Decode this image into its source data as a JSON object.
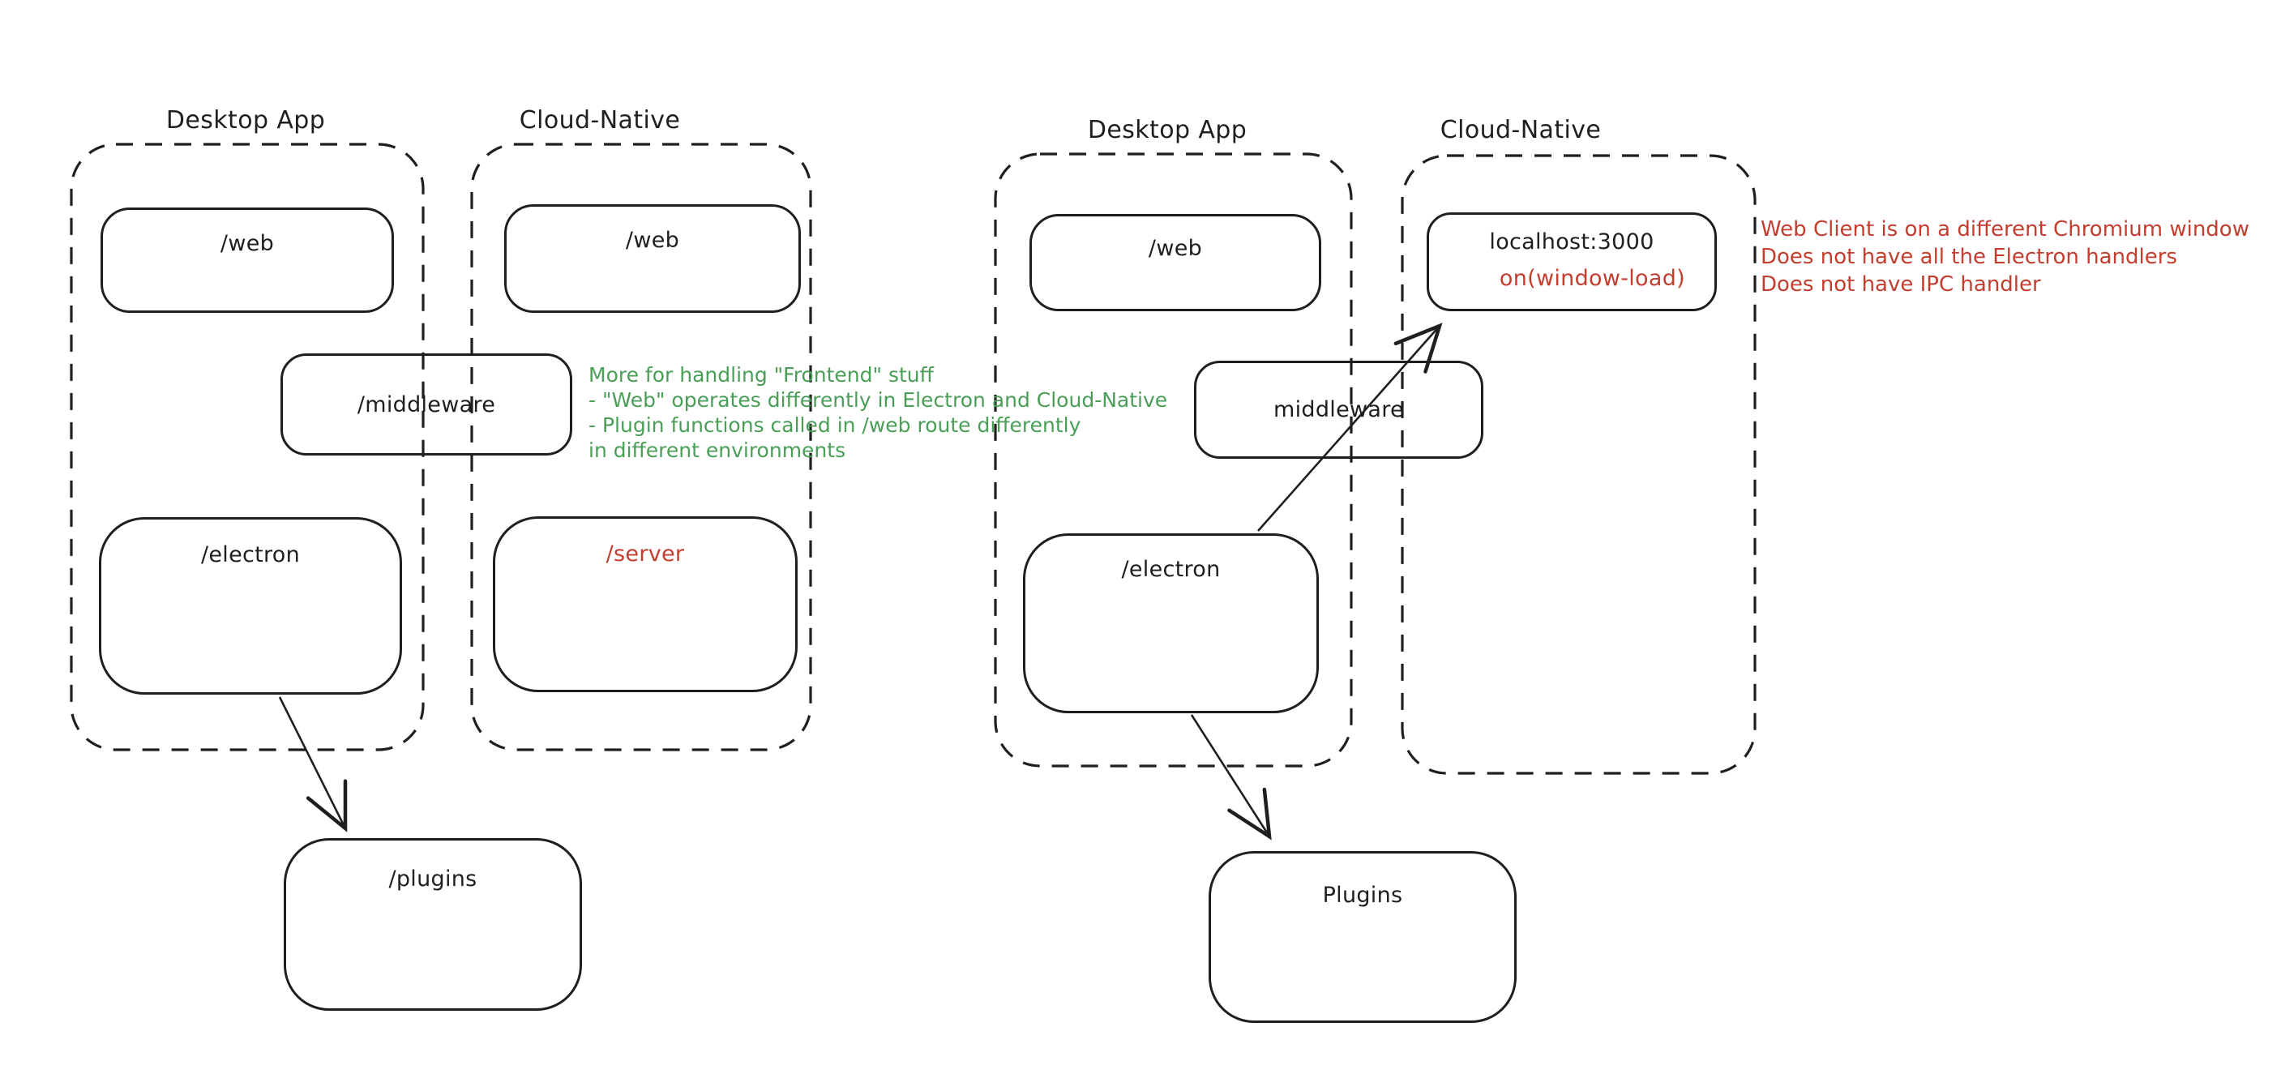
{
  "colors": {
    "ink": "#1f1f1f",
    "red": "#c43e2f",
    "green": "#4a9e57",
    "background": "#ffffff"
  },
  "left": {
    "desktop": {
      "title": "Desktop App",
      "web": "/web",
      "electron": "/electron"
    },
    "cloud": {
      "title": "Cloud-Native",
      "web": "/web",
      "server": "/server"
    },
    "middleware": "/middleware",
    "plugins": "/plugins",
    "green_note": {
      "lines": [
        "More for handling \"Frontend\" stuff",
        "- \"Web\" operates differently in Electron and Cloud-Native",
        "- Plugin functions called in /web route differently",
        "in different environments"
      ]
    }
  },
  "right": {
    "desktop": {
      "title": "Desktop App",
      "web": "/web",
      "electron": "/electron"
    },
    "cloud": {
      "title": "Cloud-Native",
      "localhost": "localhost:3000",
      "window_load": "on(window-load)"
    },
    "middleware": "middleware",
    "plugins": "Plugins",
    "red_note": {
      "lines": [
        "Web Client is on a different Chromium window",
        "Does not have all the Electron handlers",
        "Does not have IPC handler"
      ]
    }
  }
}
